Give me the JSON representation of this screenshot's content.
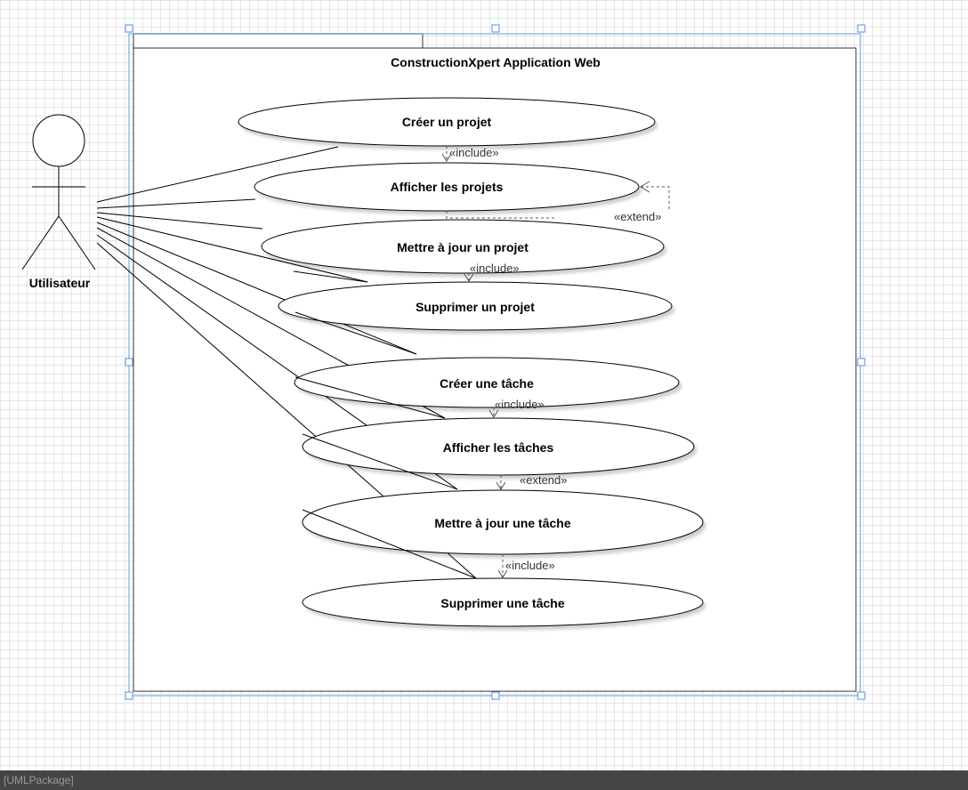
{
  "package": {
    "title": "ConstructionXpert  Application Web"
  },
  "actor": {
    "name": "Utilisateur"
  },
  "use_cases": [
    "Créer un projet",
    "Afficher les projets",
    "Mettre à jour un projet",
    "Supprimer un projet",
    "Créer une tâche",
    "Afficher les tâches",
    "Mettre à jour une tâche",
    "Supprimer une tâche"
  ],
  "relations": [
    {
      "type": "include",
      "label": "«include»"
    },
    {
      "type": "extend",
      "label": "«extend»"
    },
    {
      "type": "include",
      "label": "«include»"
    },
    {
      "type": "include",
      "label": "«include»"
    },
    {
      "type": "extend",
      "label": "«extend»"
    },
    {
      "type": "include",
      "label": "«include»"
    }
  ],
  "status_bar": {
    "text": "[UMLPackage]"
  }
}
